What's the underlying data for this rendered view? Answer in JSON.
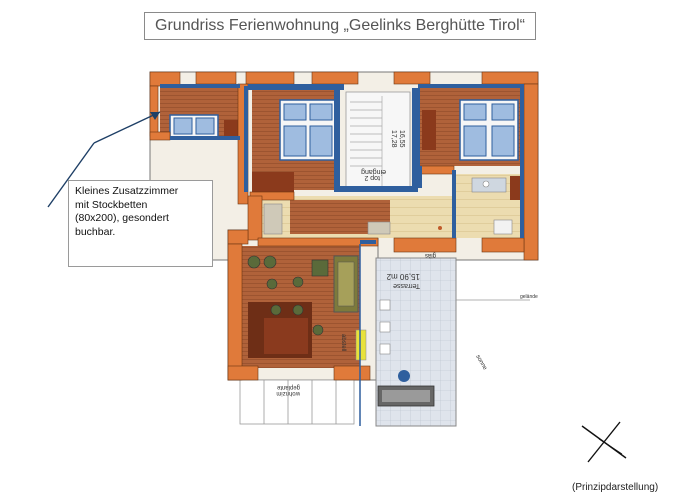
{
  "title": "Grundriss Ferienwohnung „Geelinks Berghütte Tirol“",
  "callout": {
    "lines": [
      "Kleines Zusatzzimmer",
      "mit Stockbetten",
      "(80x200), gesondert",
      "buchbar."
    ]
  },
  "plan_labels": {
    "entrance": "eingang",
    "entrance_top": "top 2",
    "stair_dim": "16,55",
    "stair_dim2": "17,28",
    "terrace_area": "15,90 m2",
    "terrace": "Terrasse",
    "railing": "gläs",
    "door_label": "gelände",
    "sun": "sonne",
    "storage": "abstell",
    "storage2": "abstell",
    "small_label": "geplante",
    "small_label2": "wohnzim",
    "side": "gelände"
  },
  "footnote": "(Prinzipdarstellung)",
  "colors": {
    "wall_orange": "#e07a3a",
    "wall_blue": "#2f5f9e",
    "floor_wood": "#b0623a",
    "floor_light": "#e8d6a8",
    "terrace": "#dfe4ec"
  },
  "icons": [
    "compass-rose-icon",
    "callout-arrow"
  ]
}
